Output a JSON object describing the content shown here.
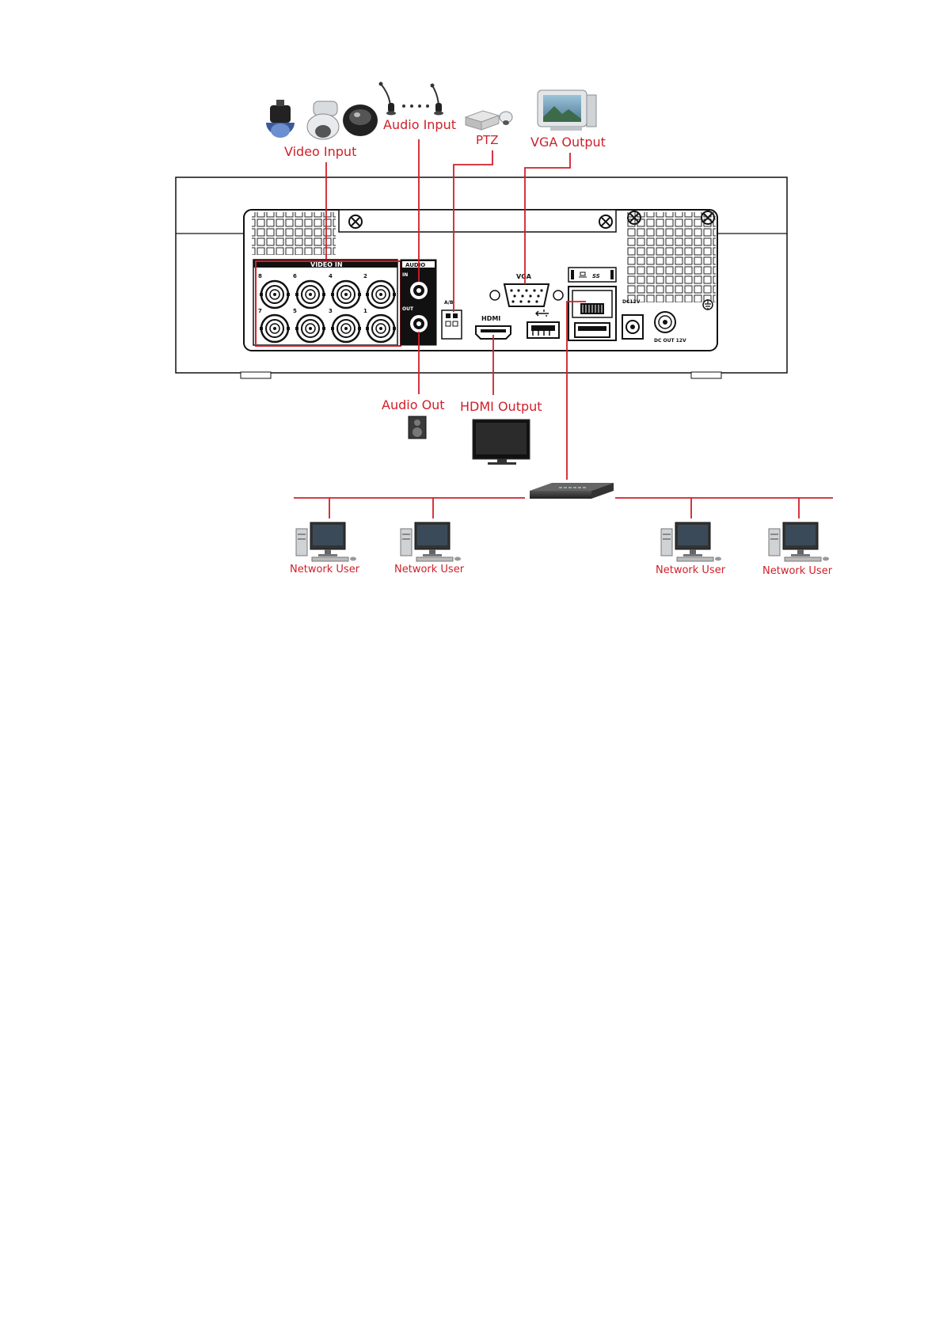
{
  "labels": {
    "video_input": "Video Input",
    "audio_input": "Audio Input",
    "ptz": "PTZ",
    "vga_output": "VGA Output",
    "audio_out": "Audio Out",
    "hdmi_output": "HDMI Output",
    "network_users": [
      "Network User",
      "Network User",
      "Network User",
      "Network User"
    ]
  },
  "panel": {
    "video_in": "VIDEO IN",
    "audio": "AUDIO",
    "audio_in": "IN",
    "audio_out": "OUT",
    "alarm": "A/B",
    "hdmi": "HDMI",
    "vga": "VGA",
    "dc_in": "DC12V",
    "dc_out": "DC OUT 12V",
    "ss_usb": "SS",
    "bnc_top_numbers": [
      "8",
      "6",
      "4",
      "2"
    ],
    "bnc_bottom_numbers": [
      "7",
      "5",
      "3",
      "1"
    ]
  },
  "colors": {
    "accent_red": "#d0202a",
    "panel_black": "#111111"
  }
}
